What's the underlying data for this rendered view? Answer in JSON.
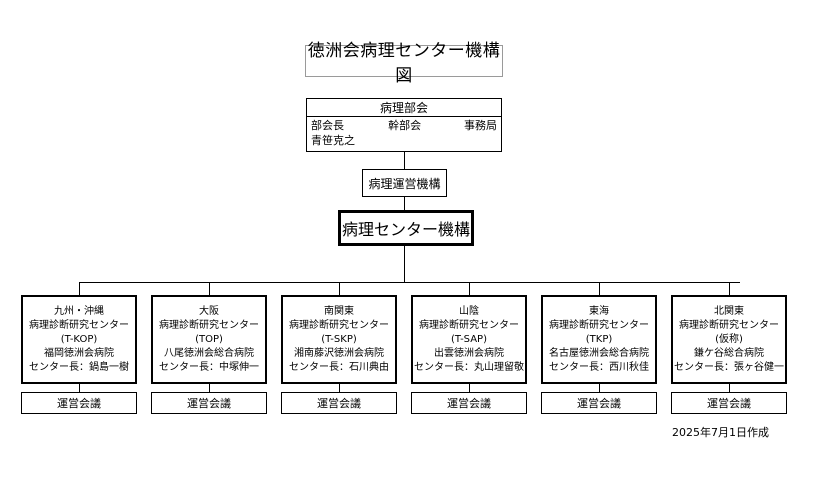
{
  "chart_title": "徳洲会病理センター機構図",
  "top_node": {
    "header": "病理部会",
    "col1_label": "部会長",
    "col1_name": "青笹克之",
    "col2_label": "幹部会",
    "col3_label": "事務局"
  },
  "mid_node": {
    "label": "病理運営機構"
  },
  "root_node": {
    "label": "病理センター機構"
  },
  "regions": [
    {
      "area": "九州・沖縄",
      "center": "病理診断研究センター",
      "code": "(T-KOP)",
      "hospital": "福岡徳洲会病院",
      "director": "センター長：鍋島一樹",
      "meeting": "運営会議"
    },
    {
      "area": "大阪",
      "center": "病理診断研究センター",
      "code": "(TOP)",
      "hospital": "八尾徳洲会総合病院",
      "director": "センター長：中塚伸一",
      "meeting": "運営会議"
    },
    {
      "area": "南関東",
      "center": "病理診断研究センター",
      "code": "(T-SKP)",
      "hospital": "湘南藤沢徳洲会病院",
      "director": "センター長：石川典由",
      "meeting": "運営会議"
    },
    {
      "area": "山陰",
      "center": "病理診断研究センター",
      "code": "(T-SAP)",
      "hospital": "出雲徳洲会病院",
      "director": "センター長：丸山理留敬",
      "meeting": "運営会議"
    },
    {
      "area": "東海",
      "center": "病理診断研究センター",
      "code": "(TKP)",
      "hospital": "名古屋徳洲会総合病院",
      "director": "センター長：西川秋佳",
      "meeting": "運営会議"
    },
    {
      "area": "北関東",
      "center": "病理診断研究センター",
      "code": "(仮称)",
      "hospital": "鎌ケ谷総合病院",
      "director": "センター長：張ヶ谷健一",
      "meeting": "運営会議"
    }
  ],
  "footer": {
    "created": "2025年7月1日作成"
  },
  "colors": {
    "line": "#000000",
    "title_border": "#9a9a9a",
    "background": "#ffffff"
  }
}
